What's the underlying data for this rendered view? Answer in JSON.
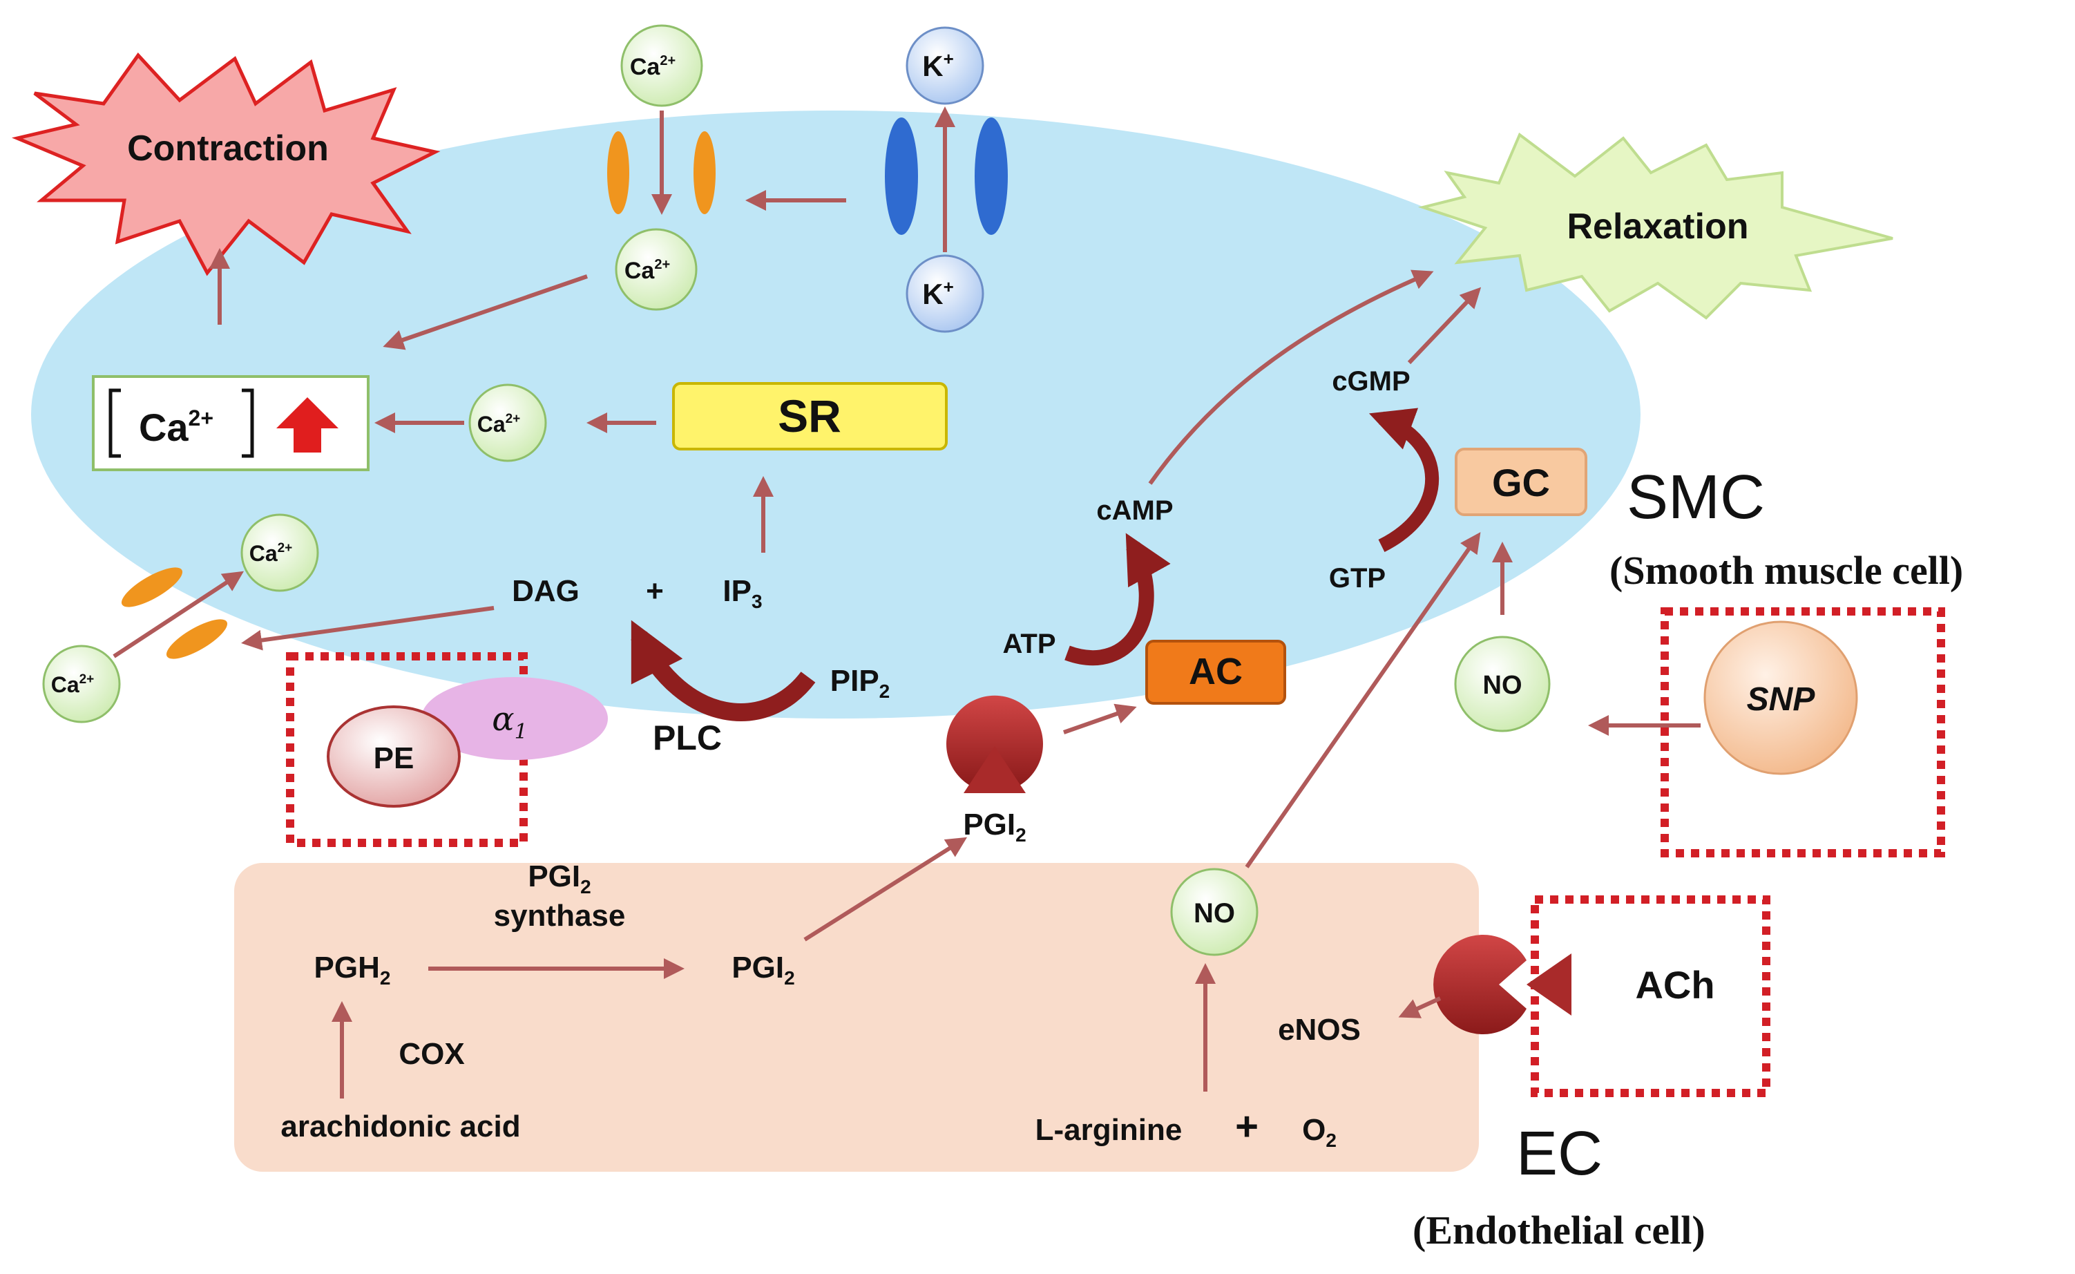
{
  "labels": {
    "contraction": "Contraction",
    "relaxation": "Relaxation",
    "ca_top": "Ca",
    "ca_sup": "2+",
    "k": "K",
    "k_sup": "+",
    "ca_conc": "Ca",
    "sr": "SR",
    "dag": "DAG",
    "plus": "+",
    "ip": "IP",
    "ip_sub": "3",
    "pip": "PIP",
    "pip_sub": "2",
    "plc": "PLC",
    "pe": "PE",
    "alpha": "α",
    "alpha_sub": "1",
    "atp": "ATP",
    "camp": "cAMP",
    "ac": "AC",
    "cgmp": "cGMP",
    "gtp": "GTP",
    "gc": "GC",
    "no": "NO",
    "snp": "SNP",
    "pgi": "PGI",
    "pgi_sub": "2",
    "pgi_synthase_1": "PGI",
    "pgi_synthase_2": "synthase",
    "pgh": "PGH",
    "pgh_sub": "2",
    "cox": "COX",
    "arachidonic": "arachidonic acid",
    "enos": "eNOS",
    "larginine": "L-arginine",
    "o2": "O",
    "o2_sub": "2",
    "ach": "ACh",
    "smc": "SMC",
    "smc_full": "(Smooth muscle cell)",
    "ec": "EC",
    "ec_full": "(Endothelial cell)"
  },
  "colors": {
    "smc_fill": "#bfe6f6",
    "ec_fill": "#f9dccb",
    "arrow": "#b05a5a",
    "dashed_box": "#d21f26",
    "sr_fill": "#fff36b",
    "ac_fill": "#f07a1a",
    "gc_fill": "#f8c9a0",
    "contraction_fill": "#f7a8a8",
    "relaxation_fill": "#e6f6c4"
  }
}
